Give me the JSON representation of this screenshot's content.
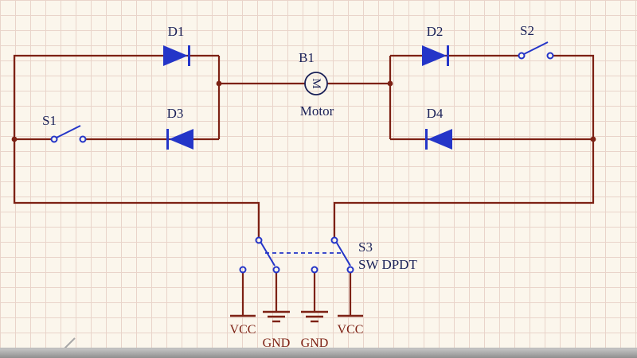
{
  "schematic": {
    "components": {
      "d1": {
        "designator": "D1"
      },
      "d2": {
        "designator": "D2"
      },
      "d3": {
        "designator": "D3"
      },
      "d4": {
        "designator": "D4"
      },
      "b1": {
        "designator": "B1",
        "name": "Motor",
        "symbol_letter": "M"
      },
      "s1": {
        "designator": "S1"
      },
      "s2": {
        "designator": "S2"
      },
      "s3": {
        "designator": "S3",
        "type": "SW DPDT"
      }
    },
    "power": {
      "vcc_left": "VCC",
      "vcc_right": "VCC",
      "gnd_left": "GND",
      "gnd_right": "GND"
    },
    "colors": {
      "wire": "#7d2114",
      "symbol": "#2435c8",
      "designator_text": "#1a2158",
      "power_text": "#7d2114",
      "background": "#fbf6ec",
      "grid": "#e9d4ca"
    }
  }
}
